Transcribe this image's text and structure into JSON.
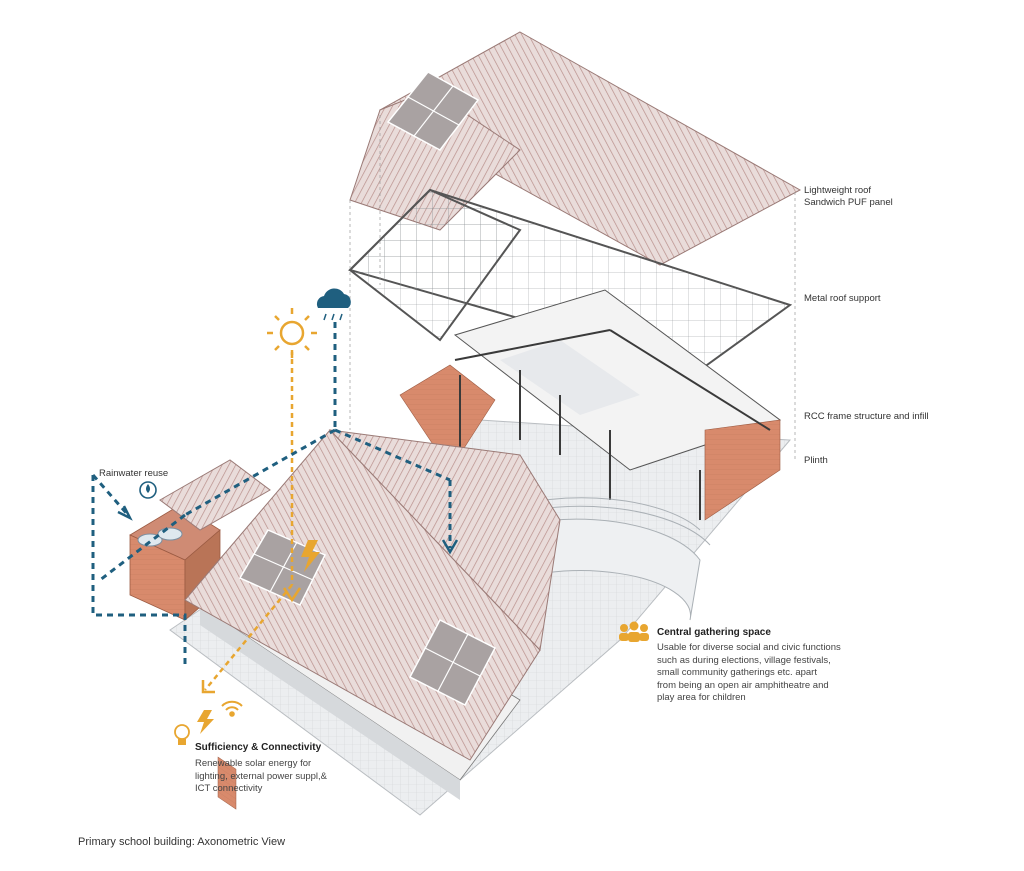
{
  "caption": "Primary school building: Axonometric View",
  "layers": {
    "roof_l1": "Lightweight roof",
    "roof_l2": "Sandwich PUF panel",
    "support": "Metal roof support",
    "frame": "RCC frame structure and infill",
    "plinth": "Plinth"
  },
  "rainwater": {
    "label": "Rainwater reuse",
    "icon": "water-drop-icon"
  },
  "sufficiency": {
    "title": "Sufficiency & Connectivity",
    "lines": [
      "Renewable solar energy for",
      "lighting, external power suppl,&",
      "ICT connectivity"
    ],
    "icons": [
      "bulb-icon",
      "lightning-icon",
      "wifi-icon",
      "sun-icon"
    ]
  },
  "gathering": {
    "title": "Central gathering space",
    "lines": [
      "Usable for diverse social and civic functions",
      "such as during elections, village festivals,",
      "small community gatherings etc. apart",
      "from being an open air amphitheatre and",
      "play area for children"
    ],
    "icon": "people-icon"
  },
  "colors": {
    "solar": "#e8a630",
    "water": "#1f5f7f",
    "brick": "#d6876a",
    "roof": "#c9a8a4",
    "frame": "#444444",
    "floor": "#e4e6e8"
  }
}
